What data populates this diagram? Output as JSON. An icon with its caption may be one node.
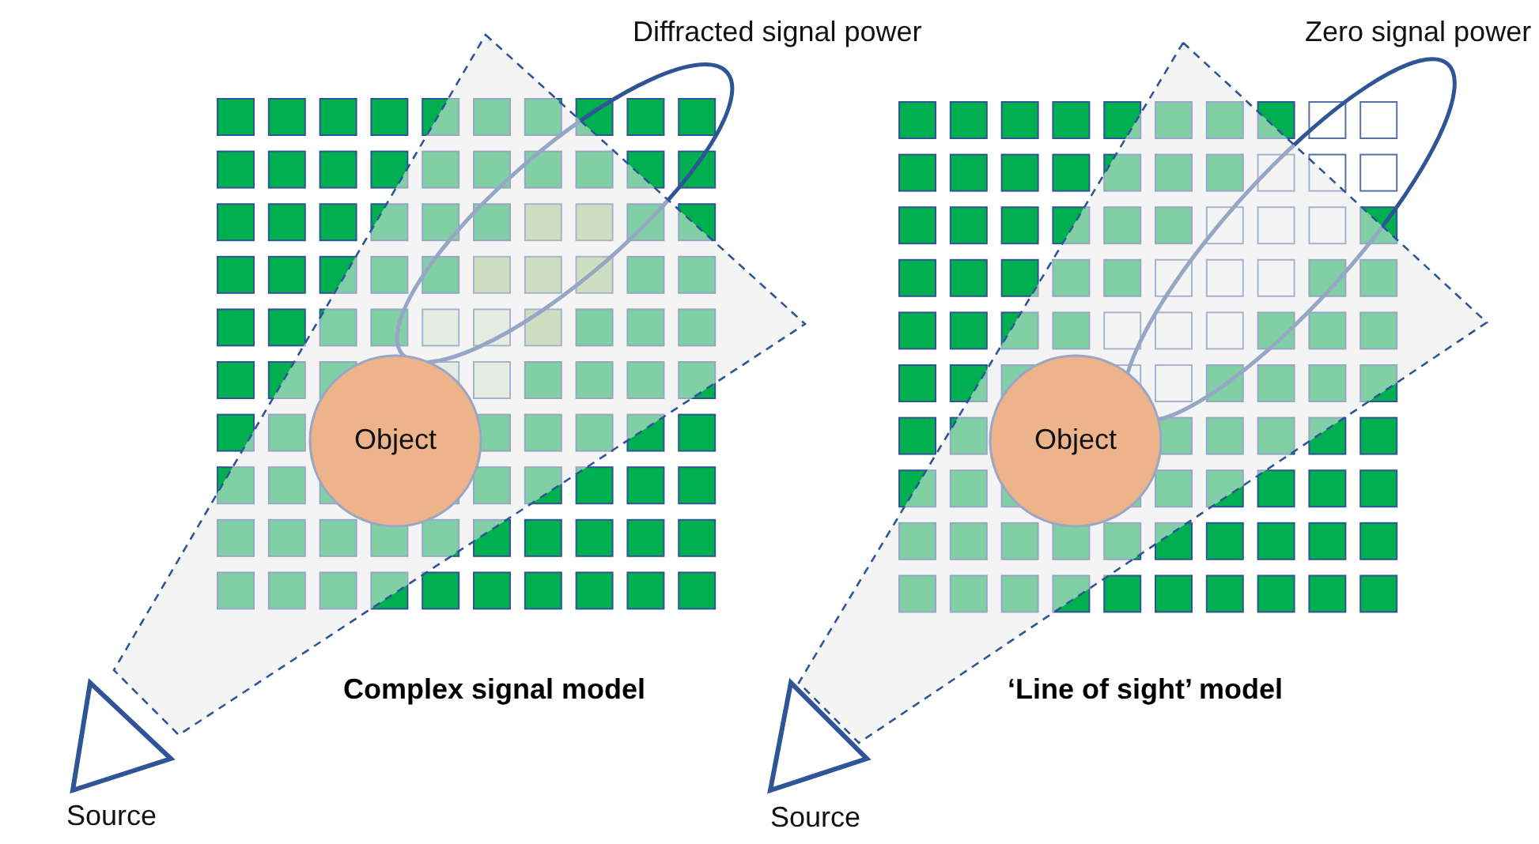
{
  "diagram": {
    "nodes": [
      {
        "text": [
          "Diffracted signal power"
        ]
      },
      {
        "text": [
          "Object"
        ]
      },
      {
        "text": [],
        "shape": "triangle",
        "beside": [
          "Source"
        ]
      },
      {
        "text": [
          "Zero signal power"
        ]
      },
      {
        "text": [
          "Object"
        ]
      },
      {
        "text": [],
        "shape": "triangle",
        "beside": [
          "Source"
        ]
      }
    ],
    "labels": [
      "Complex signal model",
      "‘Line of sight’ model"
    ]
  }
}
